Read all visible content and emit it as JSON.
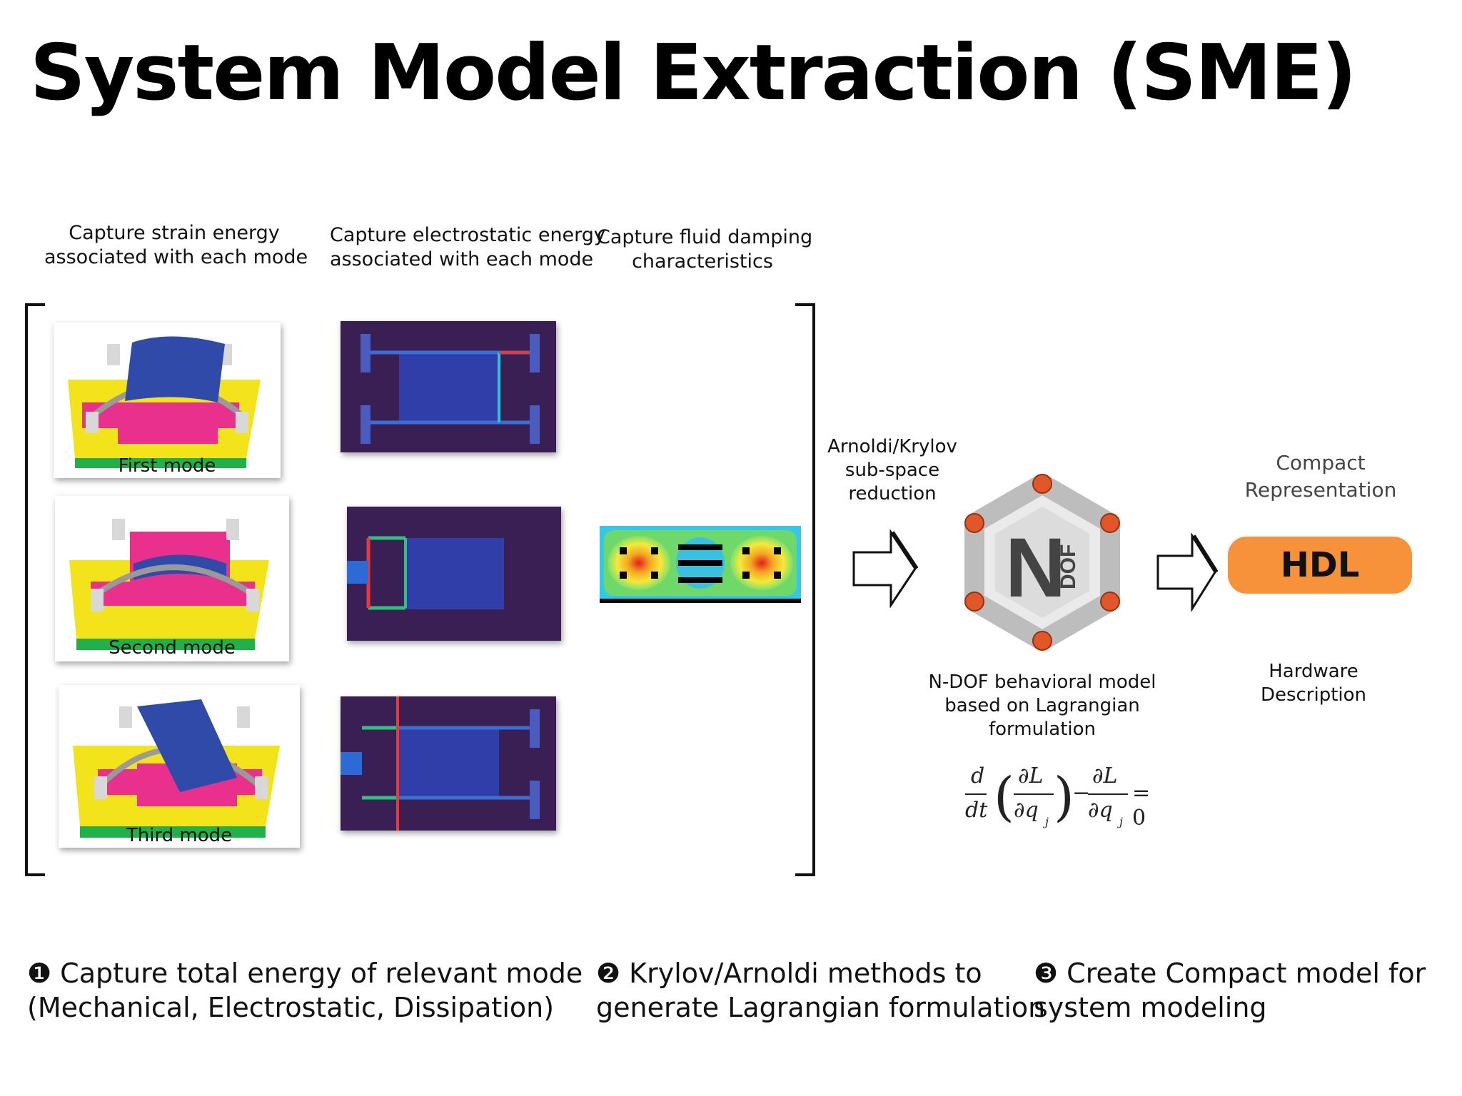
{
  "title": "System Model Extraction (SME)",
  "captions": {
    "strain": [
      "Capture strain energy",
      "associated with each mode"
    ],
    "electrostatic": [
      "Capture electrostatic energy",
      "associated with each mode"
    ],
    "fluid": [
      "Capture fluid damping",
      "characteristics"
    ]
  },
  "modes": [
    "First mode",
    "Second mode",
    "Third mode"
  ],
  "reduction": [
    "Arnoldi/Krylov",
    "sub-space",
    "reduction"
  ],
  "compact": [
    "Compact",
    "Representation"
  ],
  "hdl_label": "HDL",
  "hardware": [
    "Hardware",
    "Description"
  ],
  "ndof_logo": "N DOF",
  "ndof_desc": [
    "N-DOF behavioral model",
    "based on Lagrangian",
    "formulation"
  ],
  "equation": {
    "d": "d",
    "dt": "dt",
    "dL": "∂L",
    "dq": "∂q",
    "j": "j",
    "minus": "−",
    "rhs": "= 0"
  },
  "steps": [
    {
      "marker": "❶",
      "lines": [
        "Capture total energy of relevant mode",
        "(Mechanical, Electrostatic, Dissipation)"
      ]
    },
    {
      "marker": "❷",
      "lines": [
        "Krylov/Arnoldi methods to",
        "generate Lagrangian formulation"
      ]
    },
    {
      "marker": "❸",
      "lines": [
        "Create Compact model for",
        "system modeling"
      ]
    }
  ],
  "colors": {
    "hdl": "#f7923a",
    "field_bg": "#3a1f55",
    "plate": "#2f3ea8",
    "mems_base": "#f2e31a",
    "mems_pad": "#e8308c",
    "node": "#e2572a"
  }
}
